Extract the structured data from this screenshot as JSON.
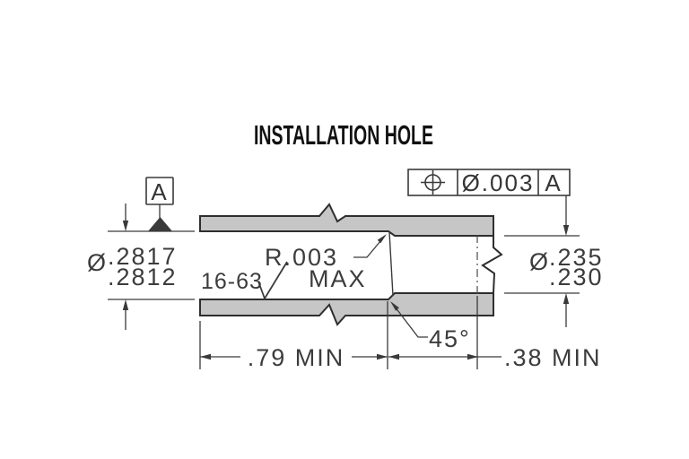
{
  "title": "INSTALLATION HOLE",
  "feature_control_frame": {
    "geometric_symbol": "position",
    "tolerance": "Ø.003",
    "datum_ref": "A"
  },
  "datum_feature": {
    "label": "A"
  },
  "dimensions": {
    "entry_diameter": {
      "symbol": "Ø",
      "upper_limit": ".2817",
      "lower_limit": ".2812"
    },
    "thru_diameter": {
      "symbol": "Ø",
      "upper_limit": ".235",
      "lower_limit": ".230"
    },
    "entry_depth": ".79 MIN",
    "thru_depth": ".38 MIN",
    "chamfer_angle": "45°",
    "corner_radius_line1": "R.003",
    "corner_radius_line2": "MAX",
    "surface_finish": "16-63"
  },
  "colors": {
    "part_fill": "#c6c6c6",
    "outline": "#2e2e2e",
    "dim_line": "#3a3a3a",
    "text": "#3c3c3c"
  }
}
